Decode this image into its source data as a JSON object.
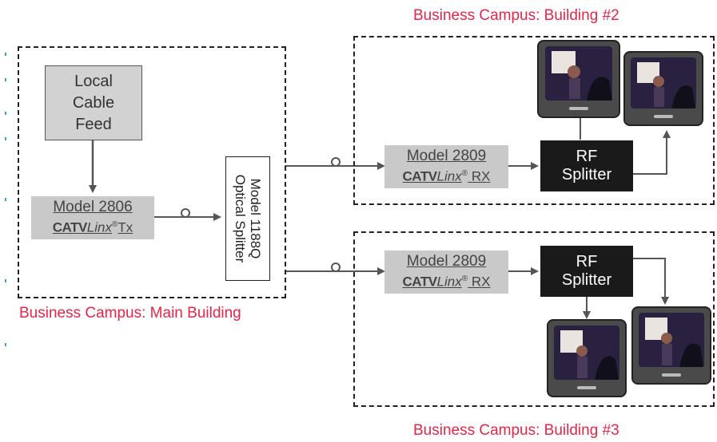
{
  "zones": {
    "main": {
      "label": "Business Campus: Main Building"
    },
    "b2": {
      "label": "Business Campus: Building #2"
    },
    "b3": {
      "label": "Business Campus: Building #3"
    }
  },
  "nodes": {
    "local_feed": {
      "lines": [
        "Local",
        "Cable",
        "Feed"
      ]
    },
    "tx": {
      "model": "Model 2806",
      "brand": "CATV",
      "brand_italic": "Linx",
      "reg": "®",
      "suffix": "Tx"
    },
    "optical_splitter": {
      "lines": [
        "Model 1188Q",
        "Optical Splitter"
      ]
    },
    "rx_b2": {
      "model": "Model 2809",
      "brand": "CATV",
      "brand_italic": "Linx",
      "reg": "®",
      "suffix": " RX"
    },
    "rx_b3": {
      "model": "Model 2809",
      "brand": "CATV",
      "brand_italic": "Linx",
      "reg": "®",
      "suffix": " RX"
    },
    "rf_b2": {
      "lines": [
        "RF",
        "Splitter"
      ]
    },
    "rf_b3": {
      "lines": [
        "RF",
        "Splitter"
      ]
    }
  },
  "colors": {
    "label_red": "#e8244a",
    "grey_box": "#c9c9c9",
    "black_box": "#1a1a1a",
    "line": "#555555",
    "fiber": "#555555"
  },
  "icons": [
    "television-icon",
    "fiber-loop-icon",
    "arrow-icon"
  ]
}
